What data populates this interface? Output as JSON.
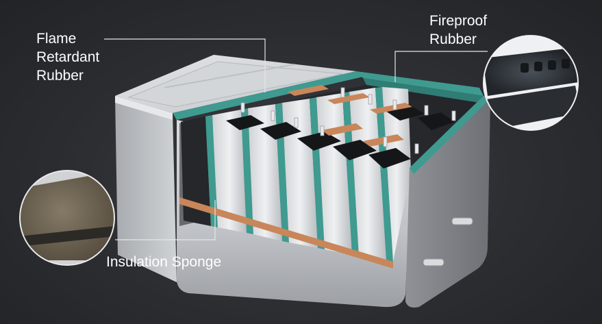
{
  "callouts": {
    "flame_retardant_rubber": {
      "lines": [
        "Flame",
        "Retardant",
        "Rubber"
      ]
    },
    "fireproof_rubber": {
      "lines": [
        "Fireproof",
        "Rubber"
      ]
    },
    "insulation_sponge": {
      "lines": [
        "Insulation Sponge"
      ]
    }
  },
  "colors": {
    "background": "#2a2c30",
    "enclosure": "#c9ccd0",
    "cell_body": "#e4e6e8",
    "teal_insulation": "#3f9a90",
    "copper_busbar": "#c8865a",
    "cell_cap": "#1a1a1c",
    "callout_line": "#e6e6e6",
    "label_text": "#ffffff",
    "rubber_detail": "#2c3036",
    "sponge_detail": "#6b6050"
  }
}
